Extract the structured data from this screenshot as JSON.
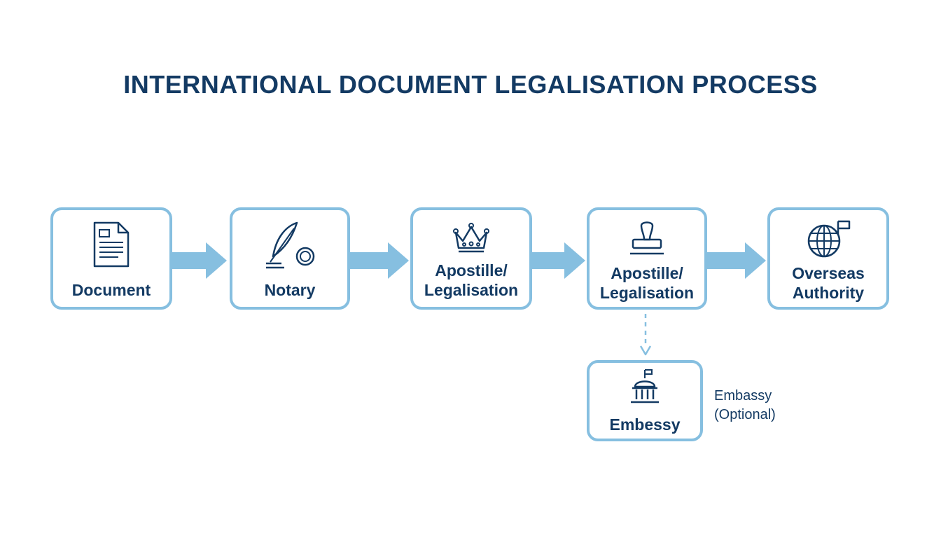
{
  "title": "INTERNATIONAL DOCUMENT LEGALISATION PROCESS",
  "nodes": [
    {
      "label": "Document",
      "icon": "document-icon"
    },
    {
      "label": "Notary",
      "icon": "quill-seal-icon"
    },
    {
      "label": "Apostille/\nLegalisation",
      "icon": "crown-icon"
    },
    {
      "label": "Apostille/\nLegalisation",
      "icon": "stamp-icon"
    },
    {
      "label": "Overseas\nAuthority",
      "icon": "globe-flag-icon"
    }
  ],
  "optional_node": {
    "label": "Embessy",
    "icon": "embassy-building-icon"
  },
  "side_label": "Embassy\n(Optional)",
  "colors": {
    "title": "#133a63",
    "box_border": "#86bfe0",
    "arrow": "#86bfe0",
    "icon": "#133a63"
  }
}
